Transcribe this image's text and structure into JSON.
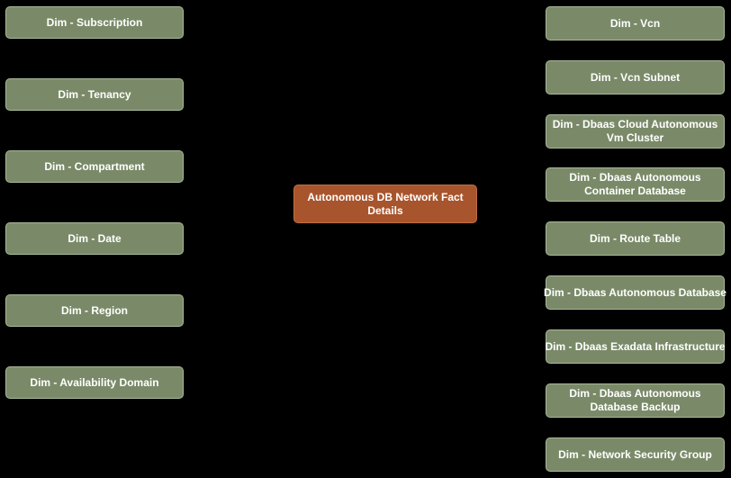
{
  "colors": {
    "canvas_background": "#000000",
    "dimension_fill": "#7a8a68",
    "dimension_border": "#aab79b",
    "fact_fill": "#a8542c",
    "fact_border": "#bf7040",
    "node_text": "#ffffff"
  },
  "fact_node": {
    "label": "Autonomous DB Network Fact Details"
  },
  "left_dimension_nodes": [
    "Dim - Subscription",
    "Dim - Tenancy",
    "Dim - Compartment",
    "Dim - Date",
    "Dim - Region",
    "Dim - Availability Domain"
  ],
  "right_dimension_nodes": [
    "Dim - Vcn",
    "Dim - Vcn Subnet",
    "Dim - Dbaas Cloud Autonomous Vm Cluster",
    "Dim - Dbaas Autonomous Container Database",
    "Dim - Route Table",
    "Dim - Dbaas Autonomous Database",
    "Dim - Dbaas Exadata Infrastructure",
    "Dim - Dbaas Autonomous Database Backup",
    "Dim - Network Security Group"
  ]
}
